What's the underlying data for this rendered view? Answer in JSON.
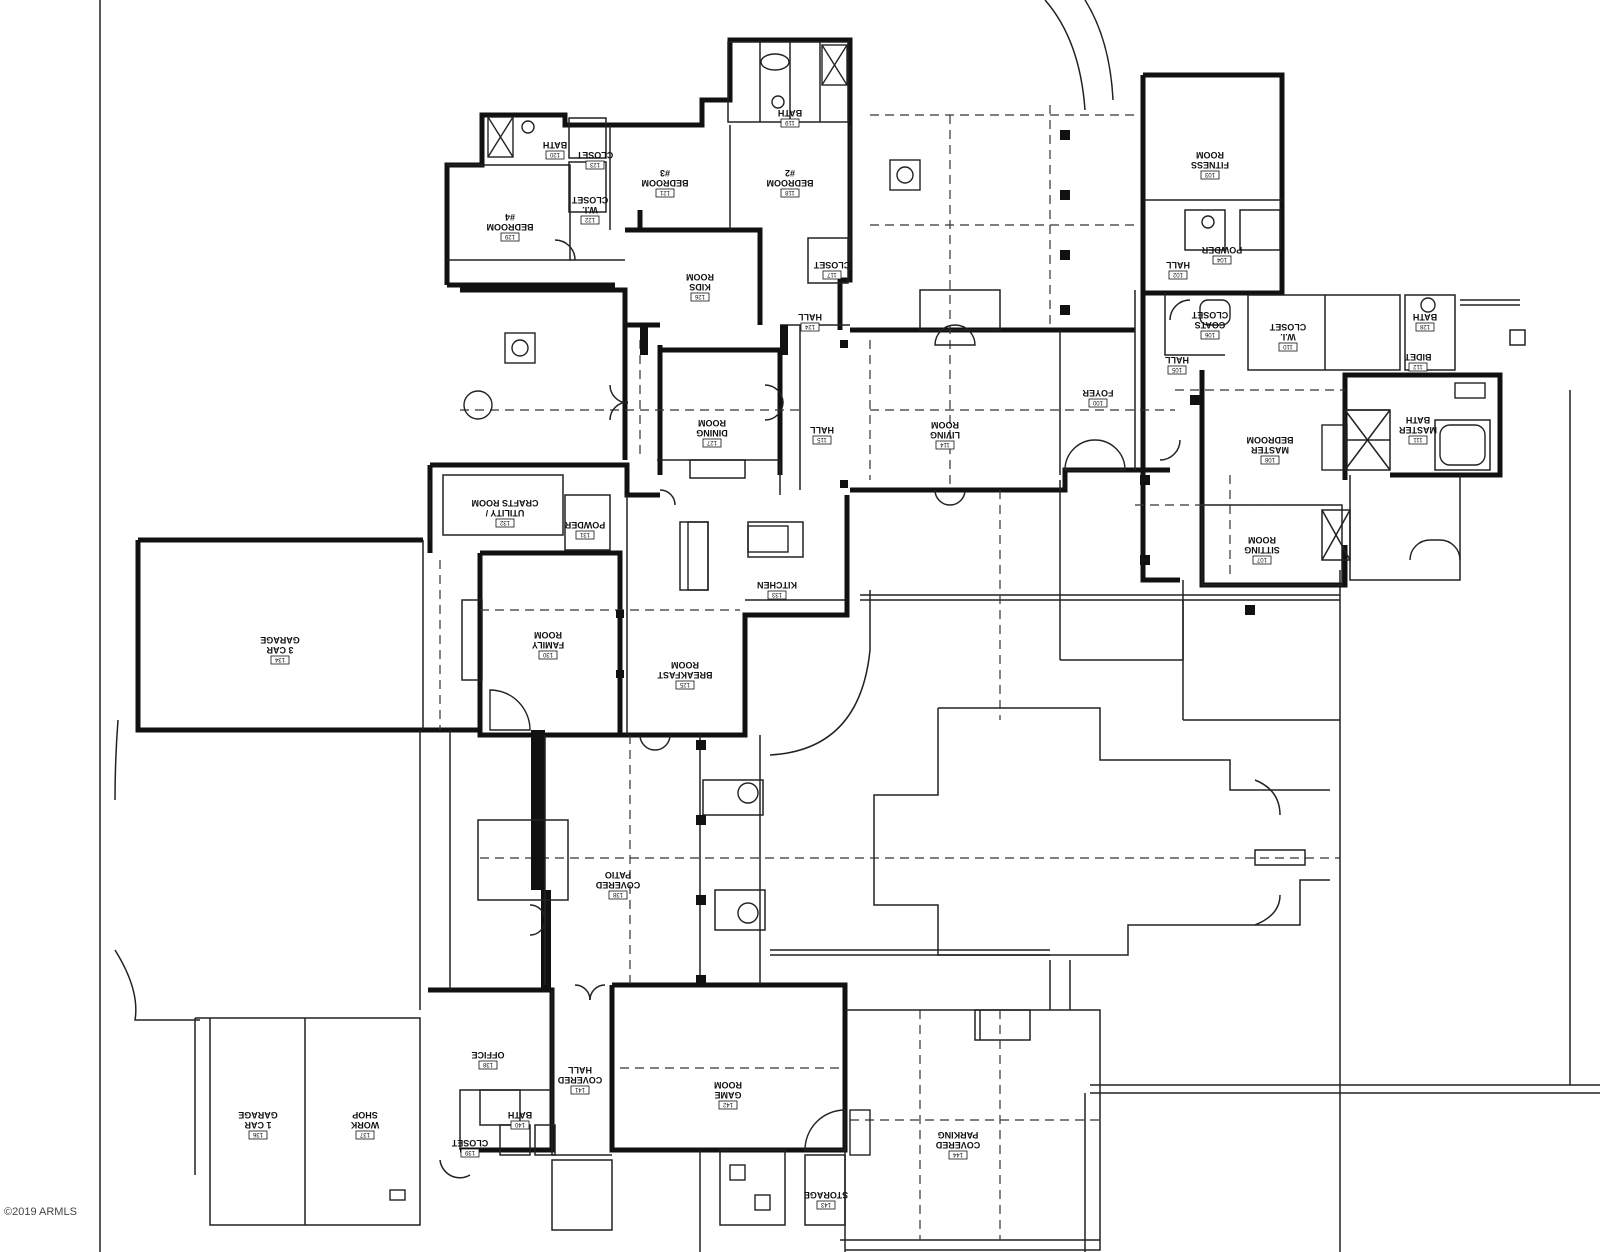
{
  "watermark": "©2019 ARMLS",
  "rooms": [
    {
      "id": "bedroom-4",
      "label": "BEDROOM #4",
      "num": "129"
    },
    {
      "id": "bedroom-3",
      "label": "BEDROOM #3",
      "num": "121"
    },
    {
      "id": "bedroom-2",
      "label": "BEDROOM #2",
      "num": "118"
    },
    {
      "id": "kids-room",
      "label": "KIDS ROOM",
      "num": "126"
    },
    {
      "id": "dining-room",
      "label": "DINING ROOM",
      "num": "127"
    },
    {
      "id": "living-room",
      "label": "LIVING ROOM",
      "num": "114"
    },
    {
      "id": "foyer",
      "label": "FOYER",
      "num": "100"
    },
    {
      "id": "fitness-room",
      "label": "FITNESS ROOM",
      "num": "103"
    },
    {
      "id": "master-bedroom",
      "label": "MASTER BEDROOM",
      "num": "108"
    },
    {
      "id": "master-bath",
      "label": "MASTER BATH",
      "num": "111"
    },
    {
      "id": "wi-closet",
      "label": "W.I. CLOSET",
      "num": "110"
    },
    {
      "id": "sitting-room",
      "label": "SITTING ROOM",
      "num": "107"
    },
    {
      "id": "utility-crafts",
      "label": "UTILITY / CRAFTS ROOM",
      "num": "132"
    },
    {
      "id": "kitchen",
      "label": "KITCHEN",
      "num": "133"
    },
    {
      "id": "family-room",
      "label": "FAMILY ROOM",
      "num": "130"
    },
    {
      "id": "breakfast-room",
      "label": "BREAKFAST ROOM",
      "num": "125"
    },
    {
      "id": "garage-3-car",
      "label": "3 CAR GARAGE",
      "num": "134"
    },
    {
      "id": "covered-patio",
      "label": "COVERED PATIO",
      "num": "138"
    },
    {
      "id": "office",
      "label": "OFFICE",
      "num": "138"
    },
    {
      "id": "covered-hall",
      "label": "COVERED HALL",
      "num": "141"
    },
    {
      "id": "game-room",
      "label": "GAME ROOM",
      "num": "142"
    },
    {
      "id": "covered-parking",
      "label": "COVERED PARKING",
      "num": "144"
    },
    {
      "id": "storage",
      "label": "STORAGE",
      "num": "143"
    },
    {
      "id": "work-shop",
      "label": "WORK SHOP",
      "num": "137"
    },
    {
      "id": "garage-1-car",
      "label": "1 CAR GARAGE",
      "num": "136"
    },
    {
      "id": "hall-115",
      "label": "HALL",
      "num": "115"
    },
    {
      "id": "hall-105",
      "label": "HALL",
      "num": "105"
    },
    {
      "id": "hall-102",
      "label": "HALL",
      "num": "102"
    },
    {
      "id": "hall-124",
      "label": "HALL",
      "num": "124"
    },
    {
      "id": "powder-131",
      "label": "POWDER",
      "num": "131"
    },
    {
      "id": "powder-104",
      "label": "POWDER",
      "num": "104"
    },
    {
      "id": "coats-106",
      "label": "COATS CLOSET",
      "num": "106"
    },
    {
      "id": "bath-119",
      "label": "BATH",
      "num": "119"
    },
    {
      "id": "bath-120",
      "label": "BATH",
      "num": "120"
    },
    {
      "id": "bath-128",
      "label": "BATH",
      "num": "128"
    },
    {
      "id": "closet-122",
      "label": "W.I. CLOSET",
      "num": "122"
    },
    {
      "id": "closet-123",
      "label": "CLOSET",
      "num": "123"
    },
    {
      "id": "closet-117",
      "label": "CLOSET",
      "num": "117"
    },
    {
      "id": "bidet-112",
      "label": "BIDET",
      "num": "112"
    },
    {
      "id": "closet-139",
      "label": "CLOSET",
      "num": "139"
    },
    {
      "id": "bath-140",
      "label": "BATH",
      "num": "140"
    }
  ]
}
